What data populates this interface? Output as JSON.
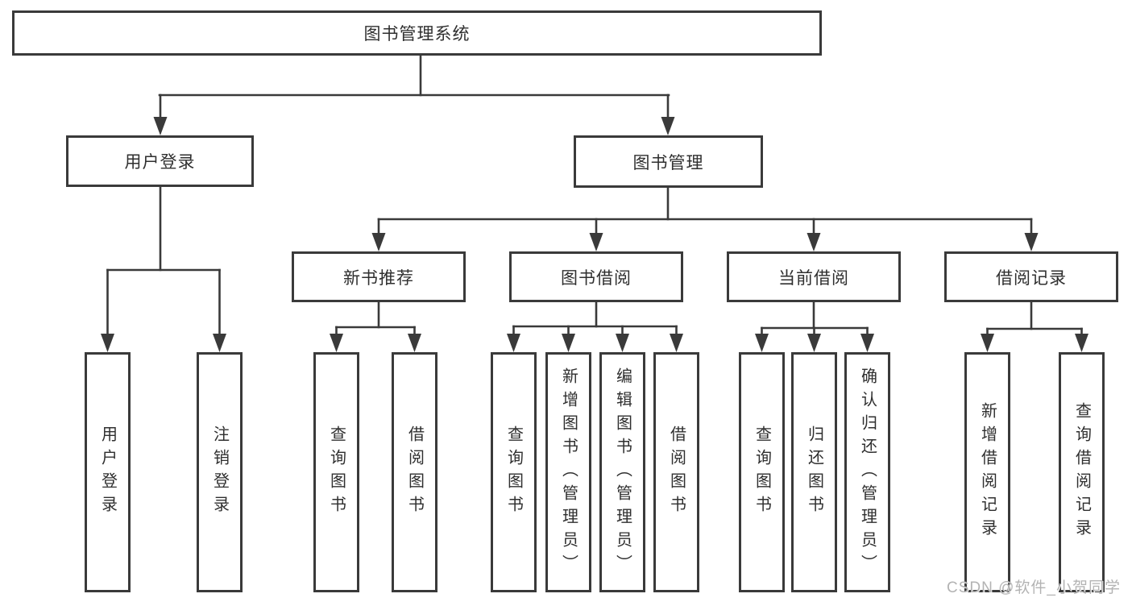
{
  "watermark": "CSDN @软件_小贺同学",
  "colors": {
    "line": "#3a3a3a",
    "text": "#2f2f2f",
    "box_background": "#ffffff",
    "watermark": "#b3b3b3"
  },
  "tree": {
    "label": "图书管理系统",
    "children": [
      {
        "label": "用户登录",
        "children": [
          {
            "label": "用户登录"
          },
          {
            "label": "注销登录"
          }
        ]
      },
      {
        "label": "图书管理",
        "children": [
          {
            "label": "新书推荐",
            "children": [
              {
                "label": "查询图书"
              },
              {
                "label": "借阅图书"
              }
            ]
          },
          {
            "label": "图书借阅",
            "children": [
              {
                "label": "查询图书"
              },
              {
                "label": "新增图书（管理员）"
              },
              {
                "label": "编辑图书（管理员）"
              },
              {
                "label": "借阅图书"
              }
            ]
          },
          {
            "label": "当前借阅",
            "children": [
              {
                "label": "查询图书"
              },
              {
                "label": "归还图书"
              },
              {
                "label": "确认归还（管理员）"
              }
            ]
          },
          {
            "label": "借阅记录",
            "children": [
              {
                "label": "新增借阅记录"
              },
              {
                "label": "查询借阅记录"
              }
            ]
          }
        ]
      }
    ]
  }
}
